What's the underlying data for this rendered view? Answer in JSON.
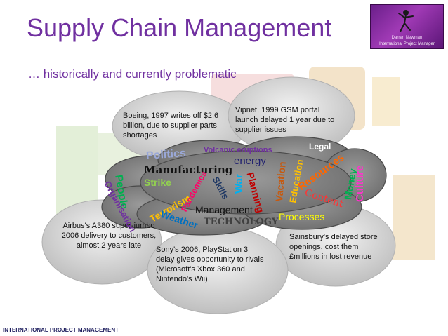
{
  "slide": {
    "title": "Supply Chain Management",
    "subtitle": "… historically and currently problematic",
    "footer": "INTERNATIONAL PROJECT MANAGEMENT"
  },
  "logo": {
    "name": "Darren Newman",
    "role": "International Project Manager"
  },
  "callouts": {
    "boeing": "Boeing, 1997 writes off $2.6 billion, due to supplier parts shortages",
    "vipnet": "Vipnet, 1999 GSM portal launch delayed 1 year due to supplier issues",
    "airbus": "Airbus's A380 super-jumbo 2006 delivery to customers, almost 2 years late",
    "sony": "Sony's 2006, PlayStation 3 delay gives opportunity to rivals (Microsoft's Xbox 360 and Nintendo's Wii)",
    "sainsbury": "Sainsbury's delayed store openings, cost them £millions in lost revenue"
  },
  "cloud_words": {
    "politics": "Politics",
    "volcanic": "Volcanic eruptions",
    "legal": "Legal",
    "energy": "energy",
    "manufacturing": "Manufacturing",
    "people": "People",
    "strike": "Strike",
    "organisation": "Organisation",
    "terrorism": "Terrorism",
    "pandemics": "Pandemics",
    "skills": "Skills",
    "war": "War",
    "planning": "Planning",
    "vacation": "Vacation",
    "education": "Education",
    "resources": "Resources",
    "money": "Money",
    "culture": "Culture",
    "management": "Management",
    "technology": "TECHNOLOGY",
    "weather": "Weather",
    "content": "Content",
    "processes": "Processes"
  },
  "colors": {
    "title": "#7030a0",
    "cloud": "#7f7f7f",
    "bubble": "#d9d9d9"
  }
}
